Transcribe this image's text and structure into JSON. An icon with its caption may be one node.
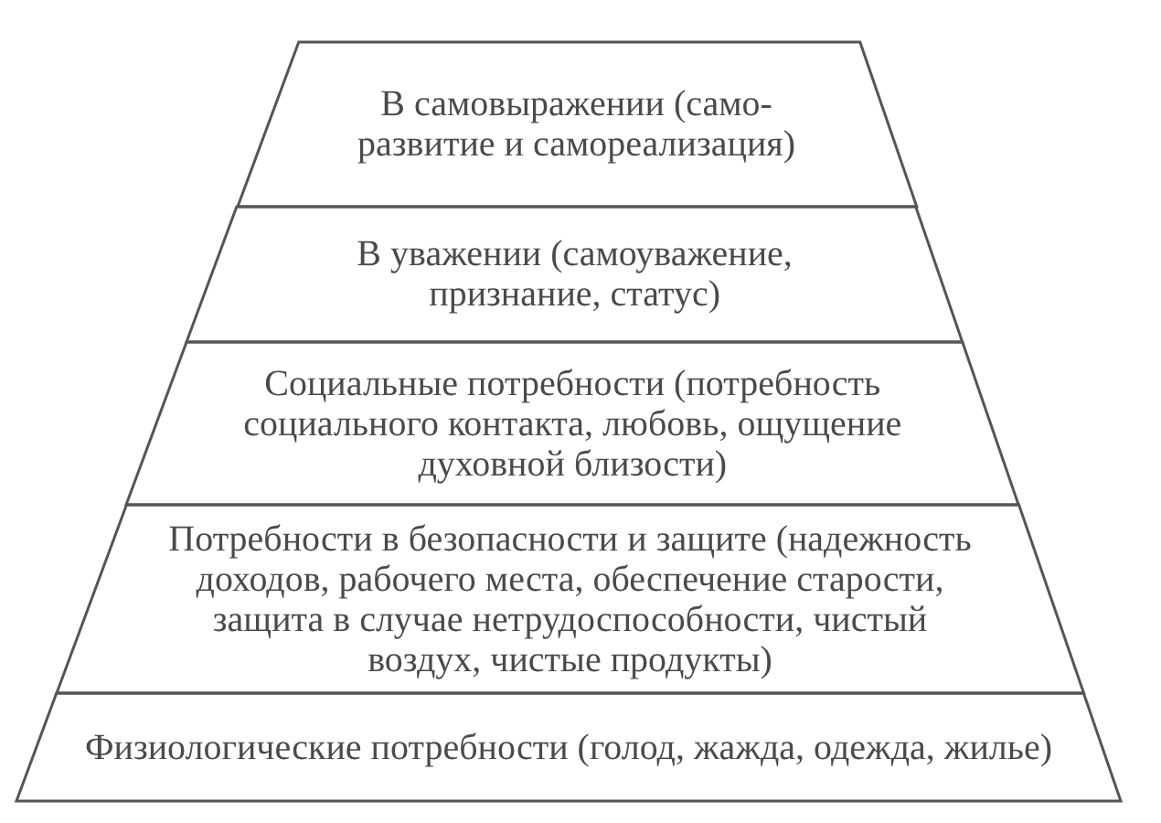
{
  "diagram": {
    "nodes": [
      {
        "text": [
          "В самовыражении (само-развитие и самореализация)"
        ]
      },
      {
        "text": [
          "В уважении (самоуважение, признание, статус)"
        ]
      },
      {
        "text": [
          "Социальные потребности (потребность социального контакта, любовь, ощущение духовной близости)"
        ]
      },
      {
        "text": [
          "Потребности в безопасности и защите (надежность доходов, рабочего места, обеспечение старости, защита в случае нетрудоспособности, чистый воздух, чистые продукты)"
        ]
      },
      {
        "text": [
          "Физиологические потребности (голод, жажда, одежда, жилье)"
        ]
      }
    ]
  }
}
